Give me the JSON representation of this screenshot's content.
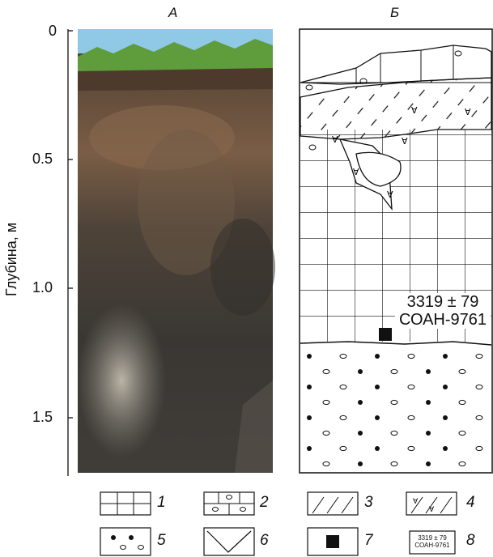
{
  "panels": {
    "left_title": "А",
    "right_title": "Б"
  },
  "axis": {
    "label": "Глубина, м",
    "ticks": [
      "0",
      "0.5",
      "1.0",
      "1.5"
    ]
  },
  "radiocarbon": {
    "date": "3319 ± 79",
    "lab_code": "СОАН-9761"
  },
  "legend": [
    {
      "num": "1",
      "icon": "grid-pattern-icon"
    },
    {
      "num": "2",
      "icon": "grid-with-ovals-icon"
    },
    {
      "num": "3",
      "icon": "diagonal-hatch-icon"
    },
    {
      "num": "4",
      "icon": "hatch-with-v-marks-icon"
    },
    {
      "num": "5",
      "icon": "dots-and-ovals-icon"
    },
    {
      "num": "6",
      "icon": "wedge-outline-icon"
    },
    {
      "num": "7",
      "icon": "black-square-icon"
    },
    {
      "num": "8",
      "icon": "date-label-icon"
    }
  ],
  "legend_sample": {
    "line1": "3319 ± 79",
    "line2": "СОАН-9761"
  },
  "colors": {
    "line": "#111111",
    "soil_dark": "#3b3833",
    "soil_brown": "#6e5845",
    "grass": "#5f9c3c",
    "sky": "#8fc9e6"
  }
}
